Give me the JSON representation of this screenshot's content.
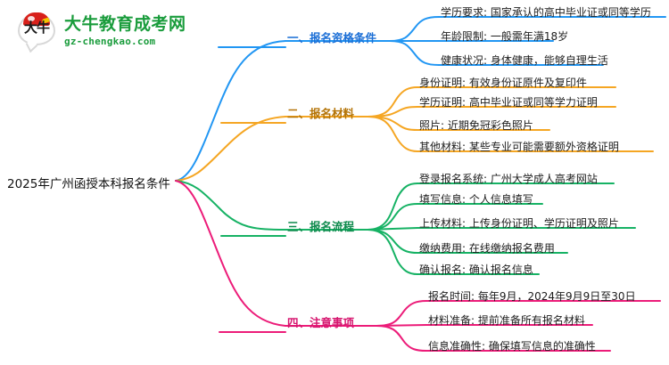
{
  "logo": {
    "mark_text": "大牛",
    "title": "大牛教育成考网",
    "subtitle": "gz-chengkao.com",
    "brand_color": "#1a9c3c",
    "cap_color": "#d8201a"
  },
  "mindmap": {
    "root": "2025年广州函授本科报名条件",
    "branches": [
      {
        "label": "一、报名资格条件",
        "color": "#2196f3",
        "leaves": [
          "学历要求: 国家承认的高中毕业证或同等学历",
          "年龄限制: 一般需年满18岁",
          "健康状况: 身体健康，能够自理生活"
        ]
      },
      {
        "label": "二、报名材料",
        "color": "#f5a623",
        "leaves": [
          "身份证明: 有效身份证原件及复印件",
          "学历证明: 高中毕业证或同等学力证明",
          "照片: 近期免冠彩色照片",
          "其他材料: 某些专业可能需要额外资格证明"
        ]
      },
      {
        "label": "三、报名流程",
        "color": "#16b264",
        "leaves": [
          "登录报名系统: 广州大学成人高考网站",
          "填写信息: 个人信息填写",
          "上传材料: 上传身份证明、学历证明及照片",
          "缴纳费用: 在线缴纳报名费用",
          "确认报名: 确认报名信息"
        ]
      },
      {
        "label": "四、注意事项",
        "color": "#ec1c79",
        "leaves": [
          "报名时间: 每年9月，2024年9月9日至30日",
          "材料准备: 提前准备所有报名材料",
          "信息准确性: 确保填写信息的准确性"
        ]
      }
    ]
  }
}
